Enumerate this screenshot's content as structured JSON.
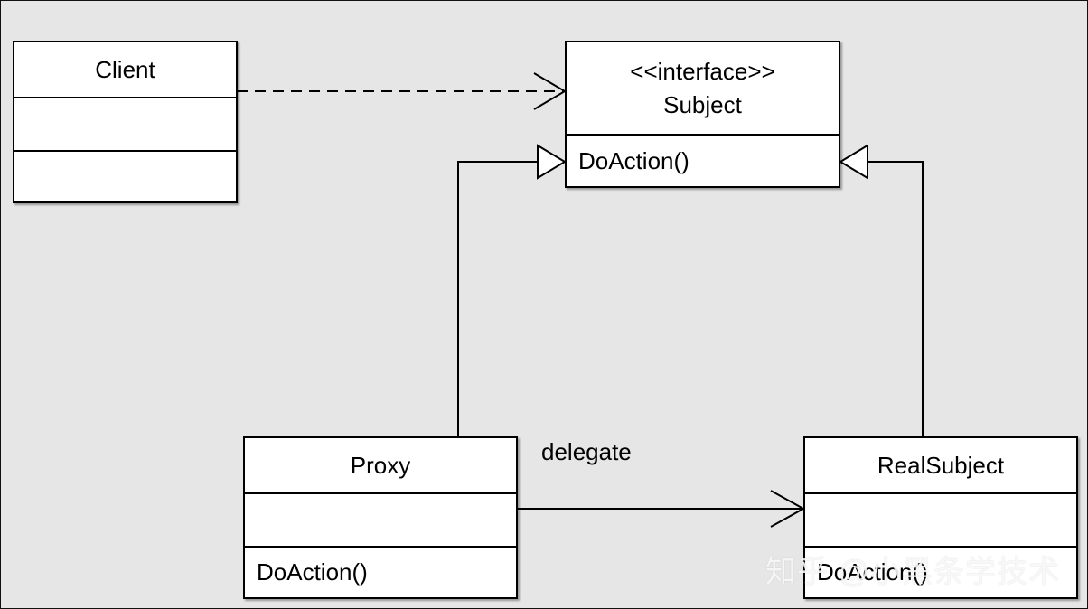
{
  "classes": {
    "client": {
      "name": "Client",
      "attributes": "",
      "operations": ""
    },
    "subject": {
      "stereotype": "<<interface>>",
      "name": "Subject",
      "operations": "DoAction()"
    },
    "proxy": {
      "name": "Proxy",
      "attributes": "",
      "operations": "DoAction()"
    },
    "real_subject": {
      "name": "RealSubject",
      "attributes": "",
      "operations": "DoAction()"
    }
  },
  "relations": {
    "delegate_label": "delegate"
  },
  "watermark": "知乎 @小黑条学技术",
  "colors": {
    "background": "#e6e6e6",
    "box_fill": "#ffffff",
    "stroke": "#000000"
  }
}
